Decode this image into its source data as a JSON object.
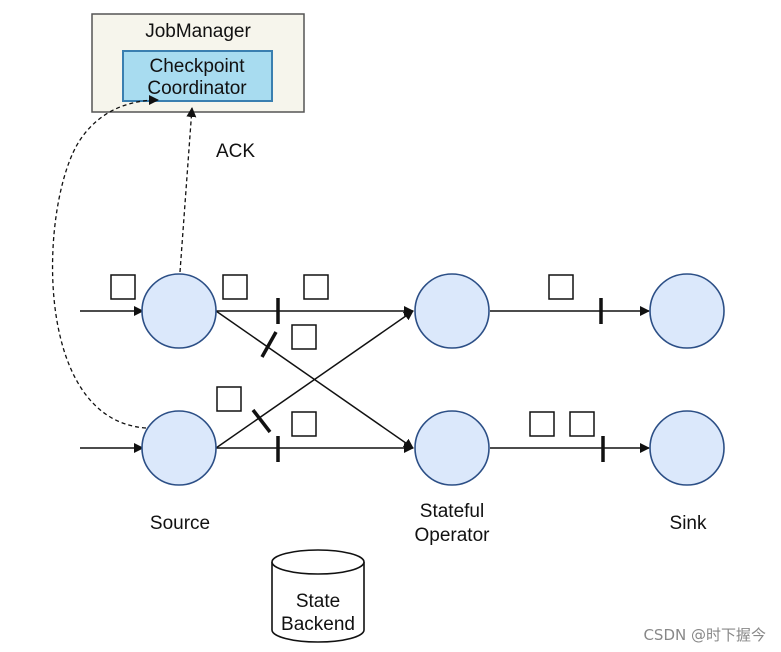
{
  "job_manager": {
    "title": "JobManager"
  },
  "coordinator": {
    "line1": "Checkpoint",
    "line2": "Coordinator"
  },
  "ack_label": "ACK",
  "labels": {
    "source": "Source",
    "operator_line1": "Stateful",
    "operator_line2": "Operator",
    "sink": "Sink"
  },
  "state_backend": {
    "line1": "State",
    "line2": "Backend"
  },
  "watermark": "CSDN @时下握今",
  "colors": {
    "node_fill": "#dbe8fb",
    "node_stroke": "#2c4f86",
    "coordinator_fill": "#a8dcf0",
    "coordinator_stroke": "#3a7fb0",
    "jobmanager_fill": "#f6f5ec",
    "line": "#111111"
  },
  "icons": {
    "record": "square-record-icon",
    "barrier": "checkpoint-barrier-icon",
    "arrow": "arrowhead-icon"
  }
}
